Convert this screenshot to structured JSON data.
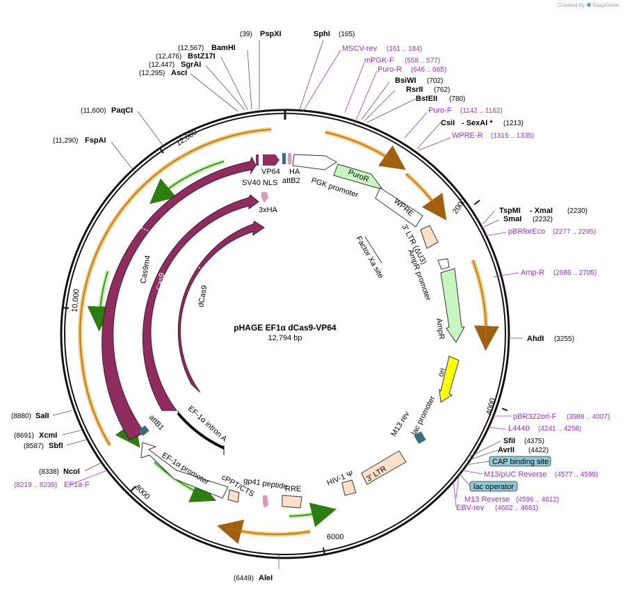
{
  "credit": {
    "prefix": "Created by",
    "brand": "SnapGene"
  },
  "plasmid": {
    "name": "pHAGE EF1α dCas9-VP64",
    "size": "12,794 bp"
  },
  "ticks": [
    "2000",
    "4000",
    "6000",
    "8000",
    "10,000",
    "12,000"
  ],
  "enzymes_top": [
    {
      "coord": "(39)",
      "name": "PspXI"
    },
    {
      "coord": "(165)",
      "name": "SphI"
    }
  ],
  "enzymes_left": [
    {
      "coord": "(12,567)",
      "name": "BamHI"
    },
    {
      "coord": "(12,476)",
      "name": "BstZ17I"
    },
    {
      "coord": "(12,447)",
      "name": "SgrAI"
    },
    {
      "coord": "(12,295)",
      "name": "AscI"
    },
    {
      "coord": "(11,600)",
      "name": "PaqCI"
    },
    {
      "coord": "(11,290)",
      "name": "FspAI"
    },
    {
      "coord": "(8880)",
      "name": "SalI"
    },
    {
      "coord": "(8691)",
      "name": "XcmI"
    },
    {
      "coord": "(8587)",
      "name": "SbfI"
    },
    {
      "coord": "(8338)",
      "name": "NcoI"
    }
  ],
  "enzymes_right": [
    {
      "name": "BsiWI",
      "coord": "(702)"
    },
    {
      "name": "RsrII",
      "coord": "(762)"
    },
    {
      "name": "BstEII",
      "coord": "(780)"
    },
    {
      "name": "CsiI",
      "name2": "- SexAI *",
      "coord": "(1213)"
    },
    {
      "name": "TspMI",
      "name2": "- XmaI",
      "coord": "(2230)"
    },
    {
      "name": "SmaI",
      "coord": "(2232)"
    },
    {
      "name": "AhdI",
      "coord": "(3255)"
    },
    {
      "name": "SfiI",
      "coord": "(4375)"
    },
    {
      "name": "AvrII",
      "coord": "(4422)"
    }
  ],
  "enzyme_bottom": {
    "coord": "(6449)",
    "name": "AleI"
  },
  "primers": [
    {
      "name": "MSCV-rev",
      "coord": "(161 .. 184)"
    },
    {
      "name": "mPGK-F",
      "coord": "(558 .. 577)"
    },
    {
      "name": "Puro-R",
      "coord": "(646 .. 665)"
    },
    {
      "name": "Puro-F",
      "coord": "(1142 .. 1162)"
    },
    {
      "name": "WPRE-R",
      "coord": "(1315 .. 1335)"
    },
    {
      "name": "pBRforEco",
      "coord": "(2277 .. 2295)"
    },
    {
      "name": "Amp-R",
      "coord": "(2686 .. 2705)"
    },
    {
      "name": "pBR322ori-F",
      "coord": "(3988 .. 4007)"
    },
    {
      "name": "L4440",
      "coord": "(4241 .. 4258)"
    },
    {
      "name": "M13/pUC Reverse",
      "coord": "(4577 .. 4599)"
    },
    {
      "name": "M13 Reverse",
      "coord": "(4596 .. 4612)"
    },
    {
      "name": "EBV-rev",
      "coord": "(4662 .. 4681)"
    },
    {
      "name": "EF1a-F",
      "coord": "(8219 .. 8239)"
    }
  ],
  "binding_sites": [
    "CAP binding site",
    "lac operator"
  ],
  "features": {
    "vp64": "VP64",
    "ha": "HA",
    "sv40_nls": "SV40 NLS",
    "attb2": "attB2",
    "pgk": "PGK promoter",
    "puror": "PuroR",
    "wpre": "WPRE",
    "ltr3_du3": "3' LTR (ΔU3)",
    "factor_xa": "Factor Xa site",
    "ampr_promoter": "AmpR promoter",
    "ampr": "AmpR",
    "ori": "ori",
    "lac_promoter": "lac promoter",
    "m13rev": "M13 rev",
    "ltr3": "3' LTR",
    "hiv": "HIV-1 Ψ",
    "rre": "RRE",
    "gp41": "gp41 peptide",
    "cppt": "cPPT/CTS",
    "ef1a_promoter": "EF-1α promoter",
    "attb1": "attB1",
    "ef1a_intron": "EF-1α intron A",
    "cas9m4": "Cas9m4",
    "cas9": "Cas9",
    "dcas9": "dCas9",
    "xha": "3xHA"
  },
  "colors": {
    "backbone": "#1a1a1a",
    "cas": "#8e2d5e",
    "green_feature": "#c8f5c0",
    "orange_feature": "#fde0c8",
    "ori": "#ffff00",
    "orf_gold": "#f0a020",
    "orf_green": "#4caf20",
    "primer": "#9b30d9",
    "binding_site": "#8ec9d6"
  }
}
